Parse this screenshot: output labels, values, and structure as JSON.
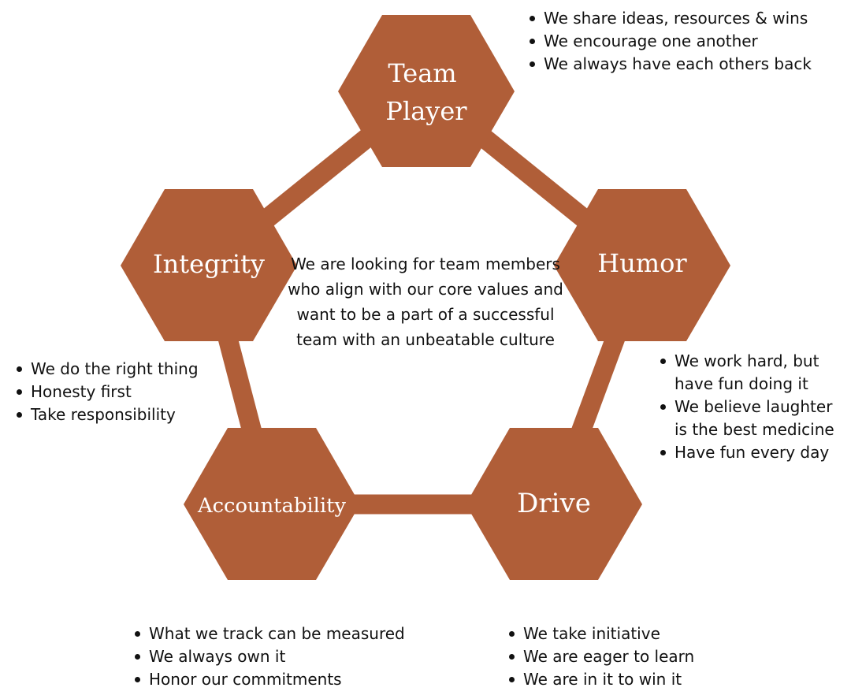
{
  "colors": {
    "hexagon": "#b05e38",
    "connector": "#b05e38",
    "hex_text": "#ffffff",
    "body_text": "#111111"
  },
  "center_text": "We are looking for team members who align with our core values and want to be a part of a successful team with an unbeatable culture",
  "values": {
    "team_player": {
      "label_line1": "Team",
      "label_line2": "Player",
      "bullets": [
        "We share ideas, resources & wins",
        "We encourage one another",
        "We always have each others back"
      ]
    },
    "humor": {
      "label": "Humor",
      "bullets": [
        "We work hard, but",
        "have fun doing it",
        "We believe laughter",
        "is the best medicine",
        "Have fun every day"
      ]
    },
    "drive": {
      "label": "Drive",
      "bullets": [
        "We take initiative",
        "We are eager to learn",
        "We are in it to win it"
      ]
    },
    "accountability": {
      "label": "Accountability",
      "bullets": [
        "What we track can be measured",
        "We always own it",
        "Honor our commitments"
      ]
    },
    "integrity": {
      "label": "Integrity",
      "bullets": [
        "We do the right thing",
        "Honesty first",
        "Take responsibility"
      ]
    }
  }
}
